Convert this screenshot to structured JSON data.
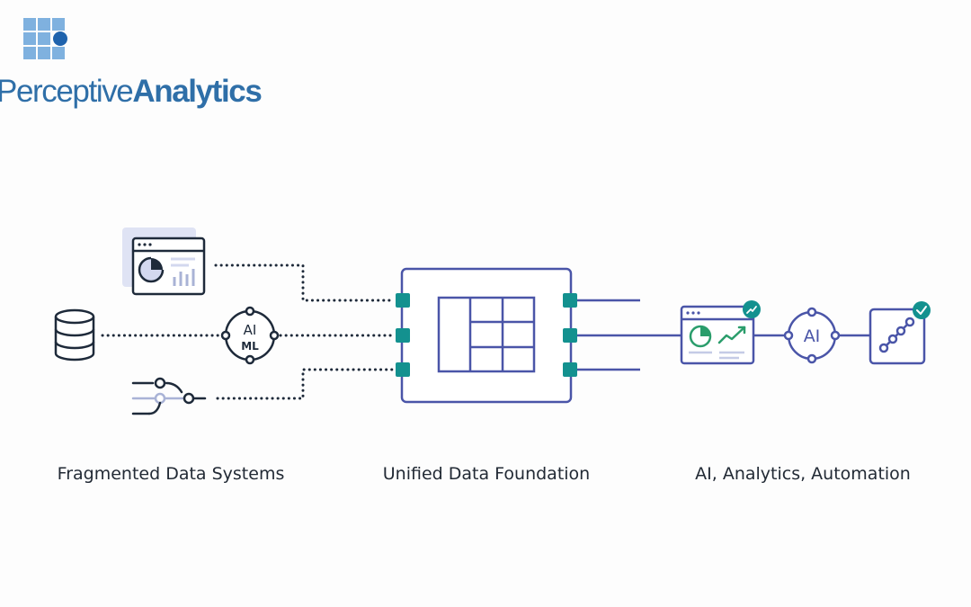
{
  "logo": {
    "part1": "Perceptive",
    "part2": "Analytics"
  },
  "nodes": {
    "ai_ml_top": "AI",
    "ai_ml_bottom": "ML",
    "ai_right": "AI"
  },
  "captions": {
    "left": "Fragmented Data Systems",
    "center": "Unified Data Foundation",
    "right": "AI, Analytics, Automation"
  },
  "colors": {
    "primary": "#4a55a8",
    "teal": "#13918f",
    "dark": "#1e2a3a",
    "grey_blue": "#a9b3d6",
    "logo": "#2f6fa8",
    "green": "#2a9d6b"
  }
}
